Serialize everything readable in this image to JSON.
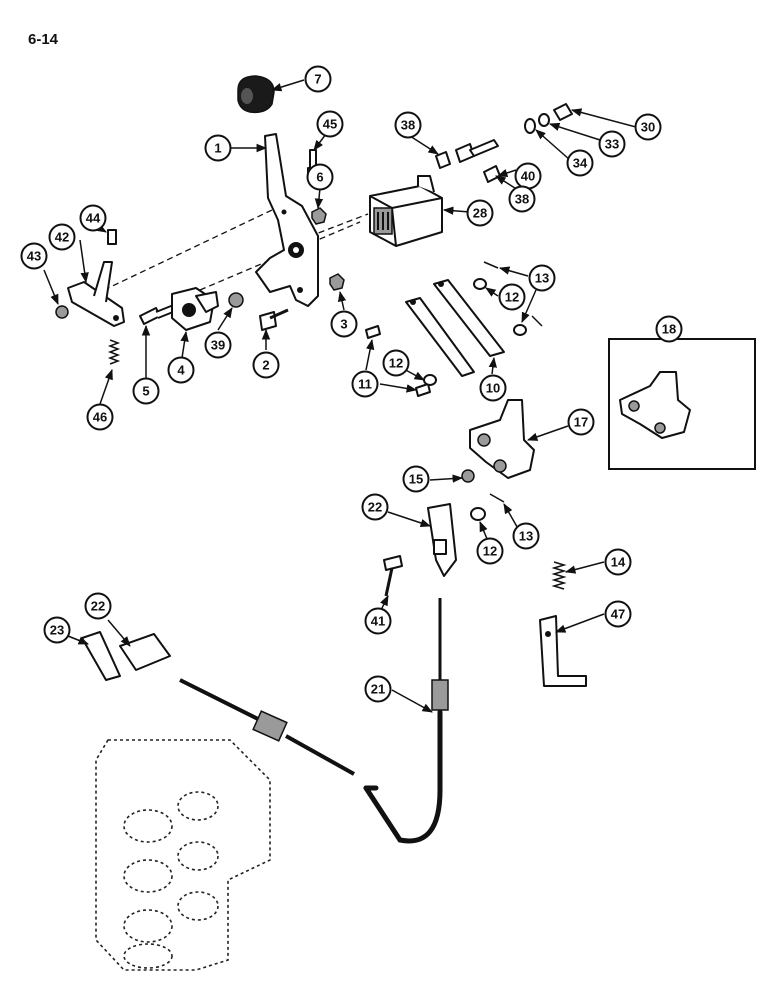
{
  "page": {
    "number": "6-14"
  },
  "callouts": [
    "1",
    "2",
    "3",
    "4",
    "5",
    "6",
    "7",
    "10",
    "11",
    "12",
    "12",
    "12",
    "13",
    "13",
    "14",
    "15",
    "17",
    "18",
    "21",
    "22",
    "22",
    "23",
    "28",
    "30",
    "33",
    "34",
    "38",
    "38",
    "39",
    "40",
    "41",
    "42",
    "43",
    "44",
    "45",
    "46",
    "47"
  ]
}
